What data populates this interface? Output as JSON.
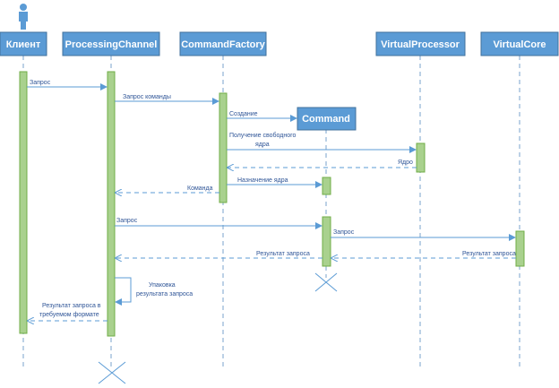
{
  "participants": {
    "client": "Клиент",
    "processing_channel": "ProcessingChannel",
    "command_factory": "CommandFactory",
    "command": "Command",
    "virtual_processor": "VirtualProcessor",
    "virtual_core": "VirtualCore"
  },
  "messages": {
    "request": "Запрос",
    "command_request": "Запрос команды",
    "create": "Создание",
    "get_free_core_line1": "Получение свободного",
    "get_free_core_line2": "ядра",
    "core": "Ядро",
    "assign_core": "Назначение ядра",
    "command": "Команда",
    "request2": "Запрос",
    "request3": "Запрос",
    "request_result1": "Результат запроса",
    "request_result2": "Результат запроса",
    "pack_line1": "Упаковка",
    "pack_line2": "результата запроса",
    "final_line1": "Результат запроса в",
    "final_line2": "требуемом формате"
  },
  "colors": {
    "header_fill": "#5b9bd5",
    "activation_fill": "#a9d18e",
    "arrow": "#5b9bd5"
  }
}
